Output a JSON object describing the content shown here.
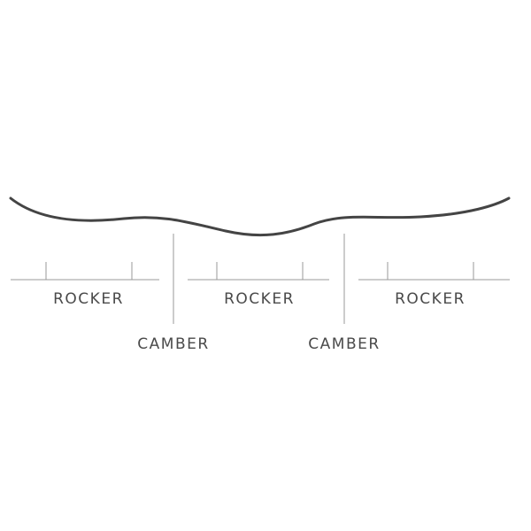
{
  "diagram": {
    "labels": {
      "rocker_left": "ROCKER",
      "rocker_center": "ROCKER",
      "rocker_right": "ROCKER",
      "camber_left": "CAMBER",
      "camber_right": "CAMBER"
    },
    "colors": {
      "profile_line": "#444444",
      "guide_lines": "#9a9a9a",
      "label_text": "#4a4a4a",
      "background": "#ffffff"
    }
  }
}
